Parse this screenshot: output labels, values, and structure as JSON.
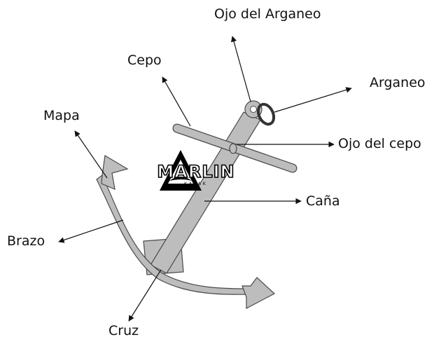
{
  "labels": {
    "ojo_del_arganeo": "Ojo del Arganeo",
    "cepo": "Cepo",
    "arganeo": "Arganeo",
    "mapa": "Mapa",
    "ojo_del_cepo": "Ojo del cepo",
    "cana": "Caña",
    "brazo": "Brazo",
    "cruz": "Cruz"
  },
  "logo": {
    "name": "MARLIN",
    "sub": "KAYAK"
  },
  "colors": {
    "anchor_fill": "#bdbdbd",
    "anchor_stroke": "#4a4a4a",
    "ring": "#333333",
    "leader": "#111111"
  }
}
